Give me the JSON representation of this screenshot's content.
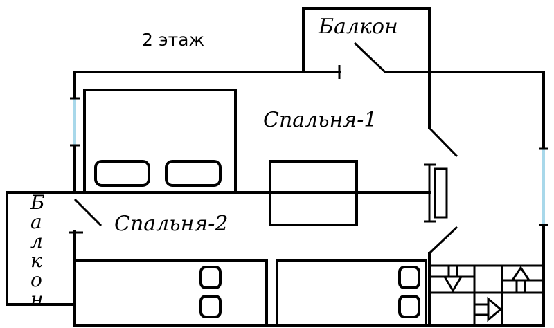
{
  "floor_label": "2 этаж",
  "rooms": {
    "balcony_top": "Балкон",
    "bedroom_1": "Спальня-1",
    "bedroom_2": "Спальня-2",
    "balcony_left": [
      "Б",
      "а",
      "л",
      "к",
      "о",
      "н"
    ]
  },
  "colors": {
    "wall": "#000000",
    "window": "#a8d8ea"
  }
}
